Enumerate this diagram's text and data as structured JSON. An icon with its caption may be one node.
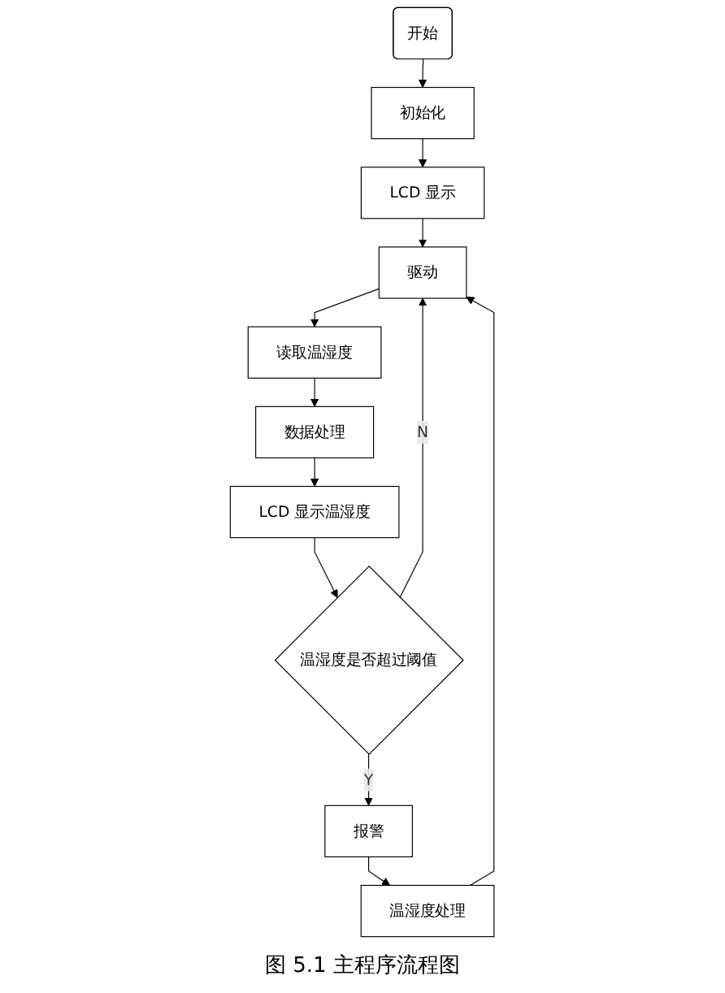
{
  "diagram": {
    "caption": "图 5.1 主程序流程图",
    "nodes": [
      {
        "text": [
          "开始"
        ]
      },
      {
        "text": [
          "初始化"
        ]
      },
      {
        "text": [
          "LCD 显示"
        ]
      },
      {
        "text": [
          "驱动"
        ]
      },
      {
        "text": [
          "读取温湿度"
        ]
      },
      {
        "text": [
          "数据处理"
        ]
      },
      {
        "text": [
          "LCD 显示温湿度"
        ]
      },
      {
        "text": [
          "温湿度是否超过阈值"
        ]
      },
      {
        "text": [
          "报警"
        ]
      },
      {
        "text": [
          "温湿度处理"
        ]
      }
    ],
    "edges": [
      {
        "from": 0,
        "to": 1,
        "arrow": "to"
      },
      {
        "from": 1,
        "to": 2,
        "arrow": "to"
      },
      {
        "from": 2,
        "to": 3,
        "arrow": "to"
      },
      {
        "from": 3,
        "to": 4,
        "arrow": "to"
      },
      {
        "from": 4,
        "to": 5,
        "arrow": "to"
      },
      {
        "from": 5,
        "to": 6,
        "arrow": "to"
      },
      {
        "from": 6,
        "to": 7,
        "arrow": "to"
      },
      {
        "from": 7,
        "to": 8,
        "label": "Y",
        "arrow": "to"
      },
      {
        "from": 7,
        "to": 3,
        "label": "N",
        "arrow": "to"
      },
      {
        "from": 8,
        "to": 9,
        "arrow": "to"
      },
      {
        "from": 9,
        "to": 3,
        "arrow": "to"
      }
    ]
  }
}
